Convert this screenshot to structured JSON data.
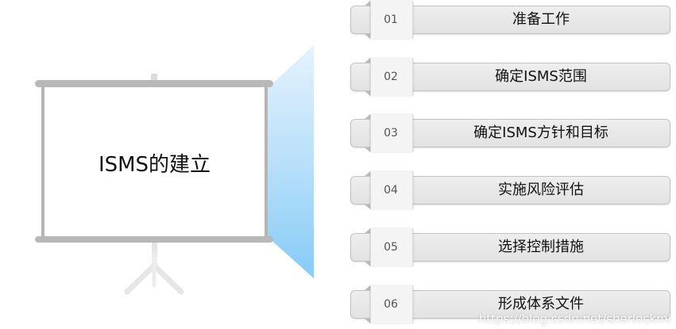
{
  "screen": {
    "title": "ISMS的建立"
  },
  "steps": [
    {
      "num": "01",
      "label": "准备工作"
    },
    {
      "num": "02",
      "label": "确定ISMS范围"
    },
    {
      "num": "03",
      "label": "确定ISMS方针和目标"
    },
    {
      "num": "04",
      "label": "实施风险评估"
    },
    {
      "num": "05",
      "label": "选择控制措施"
    },
    {
      "num": "06",
      "label": "形成体系文件"
    }
  ],
  "watermark": "https://blog.csdn.net/sherlockmi",
  "colors": {
    "beam_start": "#d9ecfb",
    "beam_end": "#8ccdf7",
    "frame": "#b5b5b5",
    "bar_bg": "#e6e6e6"
  }
}
